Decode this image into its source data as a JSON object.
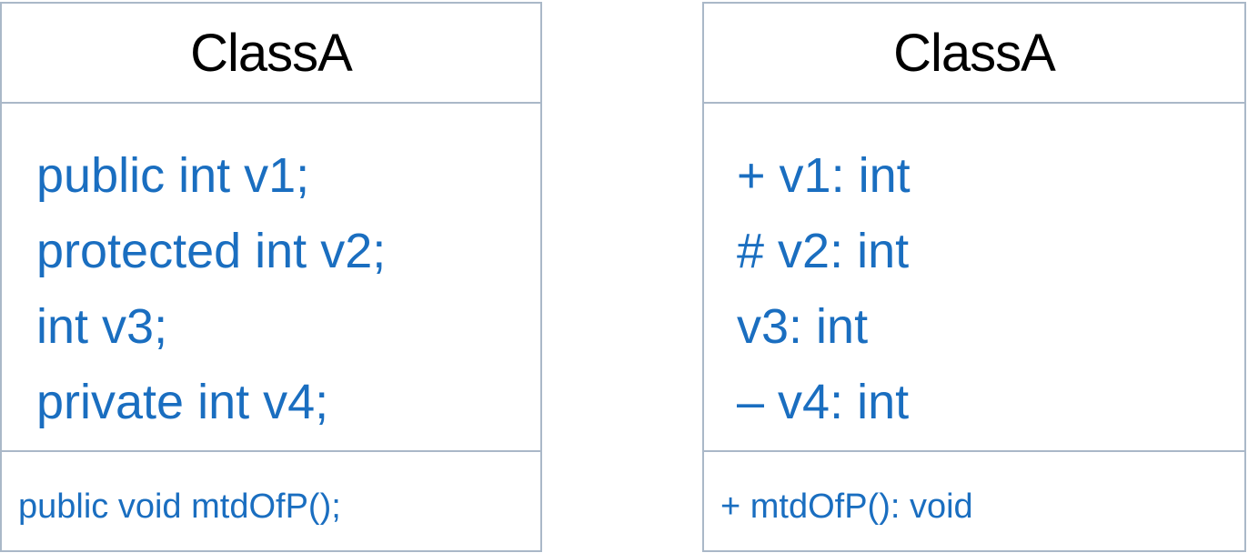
{
  "colors": {
    "border": "#aab8c8",
    "class_name_text": "#000000",
    "member_text": "#1a6ec0",
    "background": "#ffffff"
  },
  "left_class": {
    "name": "ClassA",
    "attributes": [
      "public int v1;",
      "protected int v2;",
      "int v3;",
      "private int v4;"
    ],
    "operations": [
      "public void mtdOfP();"
    ]
  },
  "right_class": {
    "name": "ClassA",
    "attributes": [
      "+ v1: int",
      "# v2: int",
      "v3: int",
      "– v4: int"
    ],
    "operations": [
      "+ mtdOfP(): void"
    ]
  }
}
